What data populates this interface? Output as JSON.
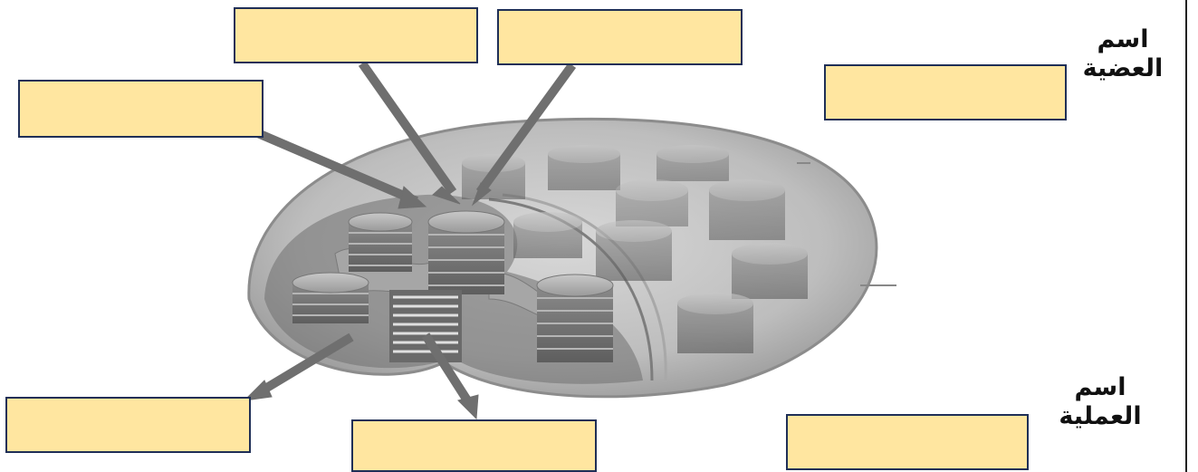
{
  "labels": {
    "organelle_name": "اسم العضية",
    "process_name": "اسم العملية"
  },
  "blank_boxes": [
    "top-left-upper",
    "top-center",
    "top-left",
    "organelle-answer",
    "bottom-left",
    "bottom-center",
    "process-answer"
  ],
  "colors": {
    "box_fill": "#ffe6a0",
    "box_border": "#1f2f57",
    "arrow": "#6f6f6f"
  }
}
